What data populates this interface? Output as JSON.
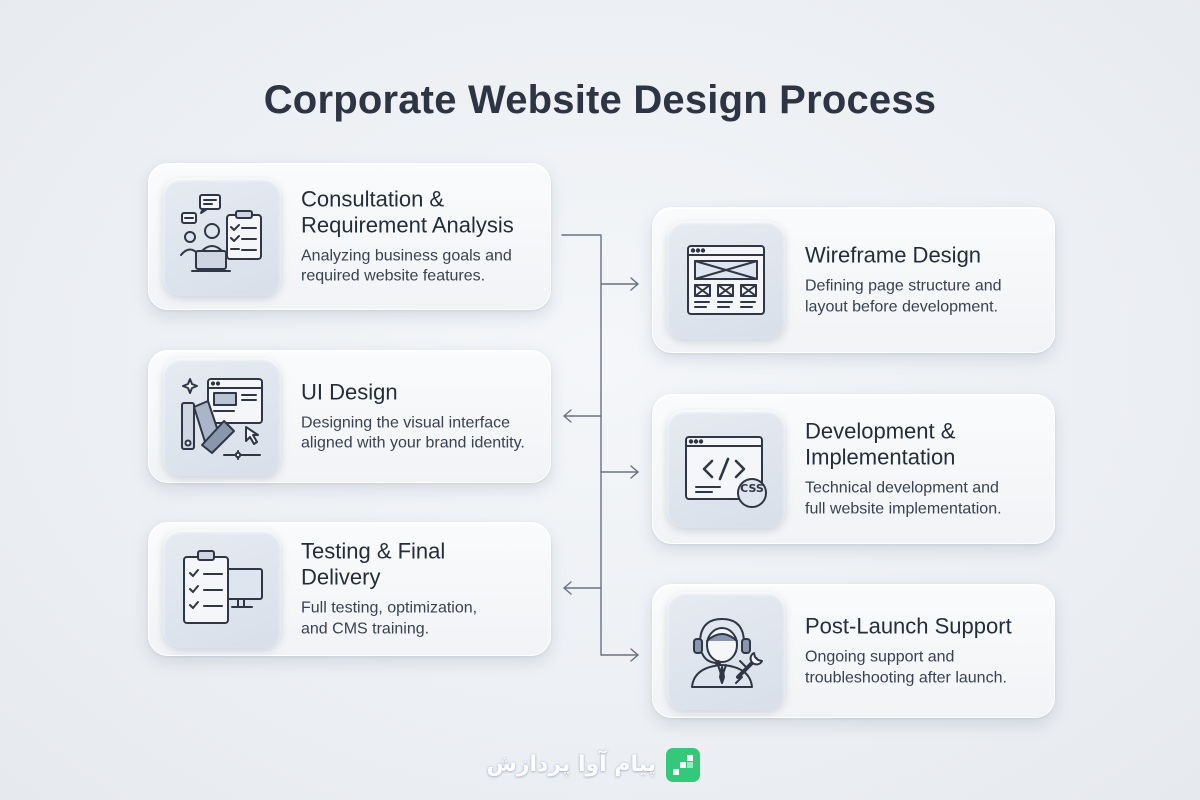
{
  "title": "Corporate Website Design Process",
  "steps": [
    {
      "title_lines": [
        "Consultation &",
        "Requirement Analysis"
      ],
      "desc_lines": [
        "Analyzing business goals and",
        "required website features."
      ],
      "icon": "consultation-clipboard-icon"
    },
    {
      "title_lines": [
        "Wireframe Design"
      ],
      "desc_lines": [
        "Defining page structure and",
        "layout before development."
      ],
      "icon": "wireframe-icon"
    },
    {
      "title_lines": [
        "UI Design"
      ],
      "desc_lines": [
        "Designing the visual interface",
        "aligned with your brand identity."
      ],
      "icon": "ui-design-palette-icon"
    },
    {
      "title_lines": [
        "Development &",
        "Implementation"
      ],
      "desc_lines": [
        "Technical development and",
        "full website implementation."
      ],
      "icon": "code-css-icon",
      "icon_badge": "CSS"
    },
    {
      "title_lines": [
        "Testing & Final",
        "Delivery"
      ],
      "desc_lines": [
        "Full testing, optimization,",
        "and CMS training."
      ],
      "icon": "checklist-monitor-icon"
    },
    {
      "title_lines": [
        "Post-Launch Support"
      ],
      "desc_lines": [
        "Ongoing support and",
        "troubleshooting after launch."
      ],
      "icon": "support-headset-wrench-icon"
    }
  ],
  "logo": {
    "text": "پیام آوا پردازش",
    "color": "#34c87a"
  },
  "colors": {
    "connector": "#6b7280",
    "icon_stroke": "#2f3645",
    "title": "#2d3443"
  }
}
